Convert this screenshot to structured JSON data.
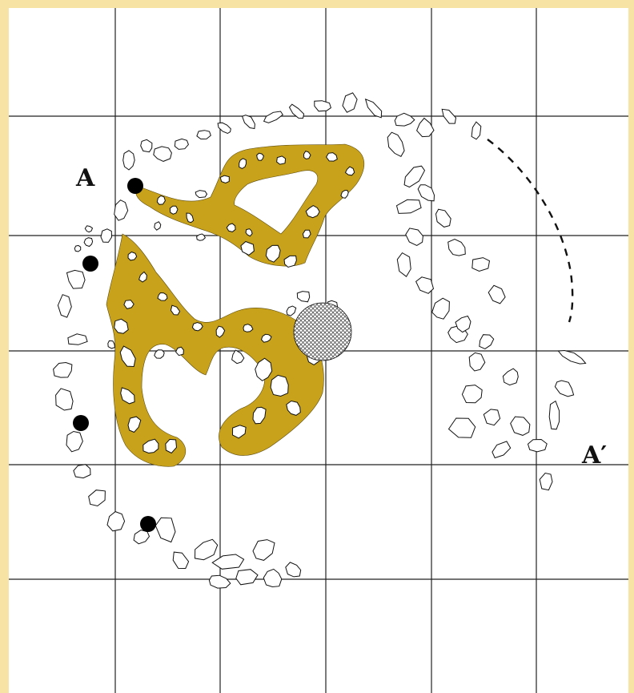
{
  "labels": {
    "section_start": "A",
    "section_end": "A′"
  },
  "colors": {
    "background_border": "#f7e4a4",
    "paved_area": "#c8a21a",
    "outline": "#111111",
    "grid": "#222222"
  },
  "legend_features": {
    "hatched_feature": "cross-hatched-pit",
    "paved_feature": "ochre-floor-paving",
    "posthole_markers": 4,
    "reconstructed_wall": "dashed-arc"
  }
}
